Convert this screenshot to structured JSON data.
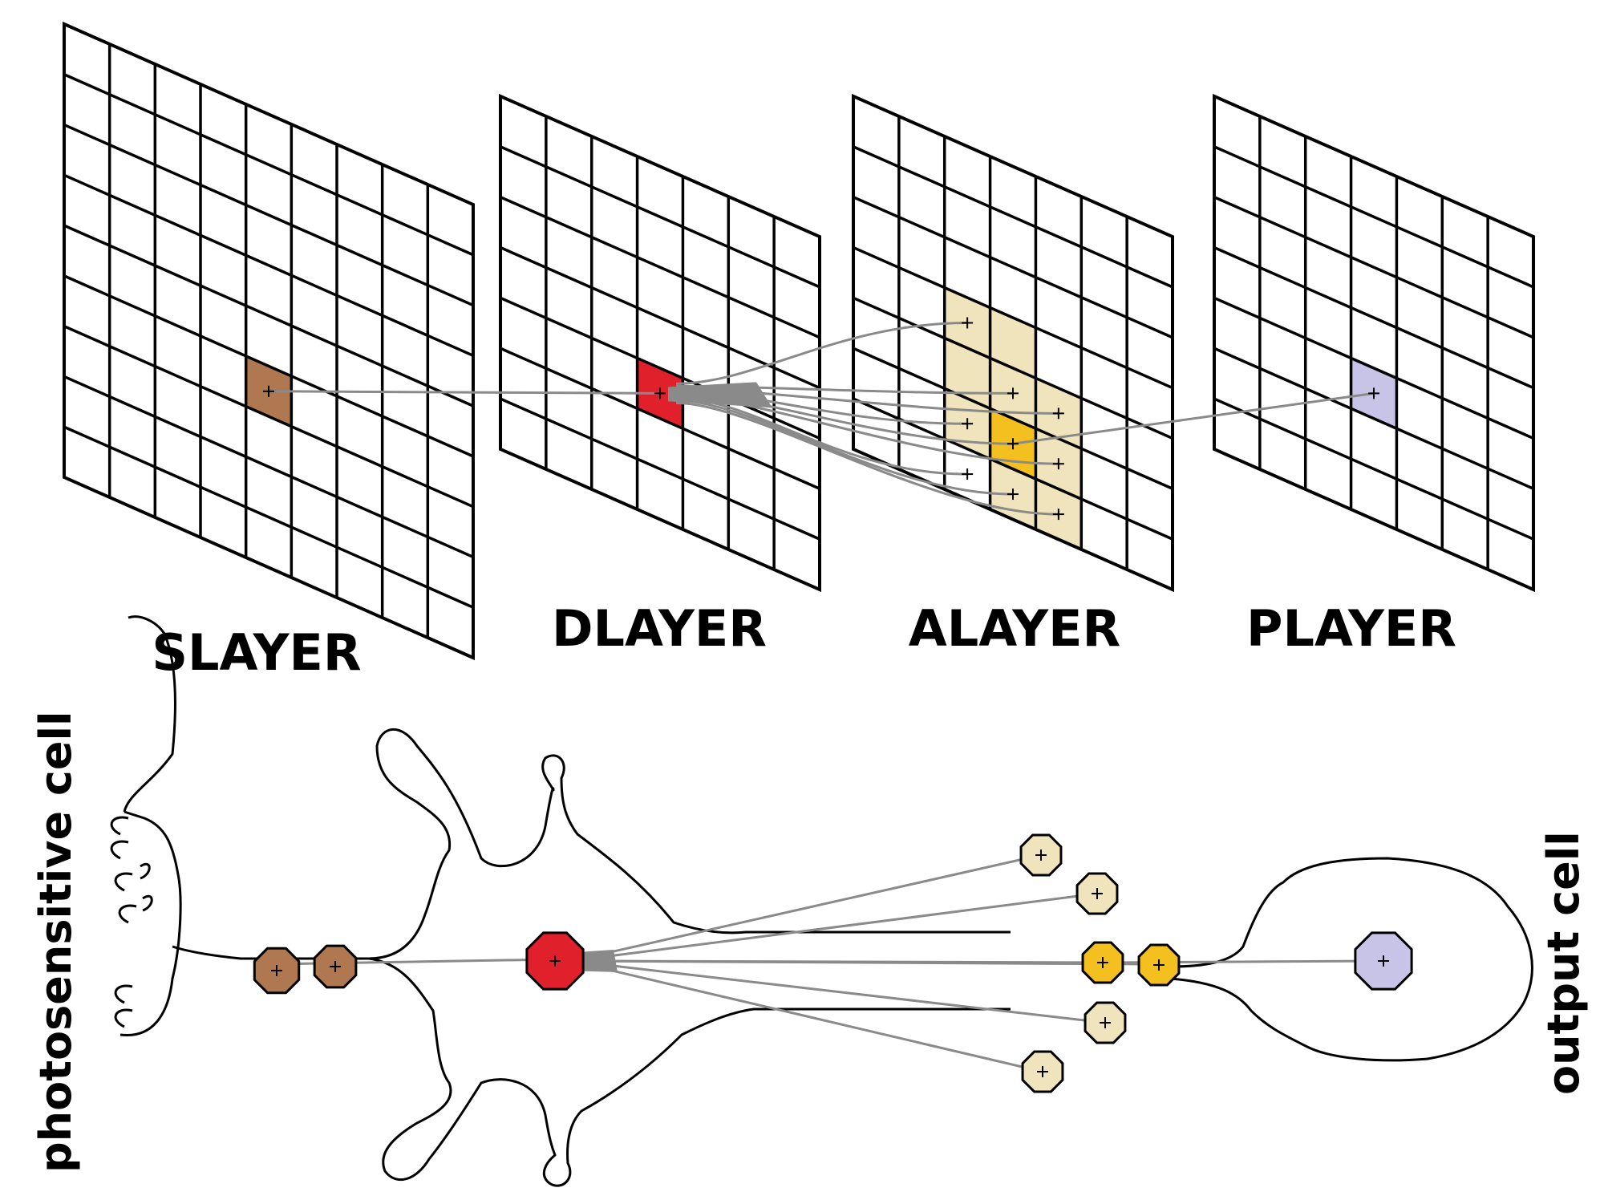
{
  "layers": [
    {
      "label": "SLAYER",
      "fill": "#b07850"
    },
    {
      "label": "DLAYER",
      "fill": "#e0202a"
    },
    {
      "label": "ALAYER",
      "fill": "#f0e4bc",
      "center_fill": "#f4c020"
    },
    {
      "label": "PLAYER",
      "fill": "#c8c4e8"
    }
  ],
  "cells": {
    "input_label": "photosensitive cell",
    "output_label": "output cell"
  },
  "colors": {
    "s_cell": "#b07850",
    "d_cell": "#e0202a",
    "a_outer": "#f0e4bc",
    "a_center": "#f4c020",
    "p_cell": "#c8c4e8",
    "wire": "#8a8a8a"
  }
}
